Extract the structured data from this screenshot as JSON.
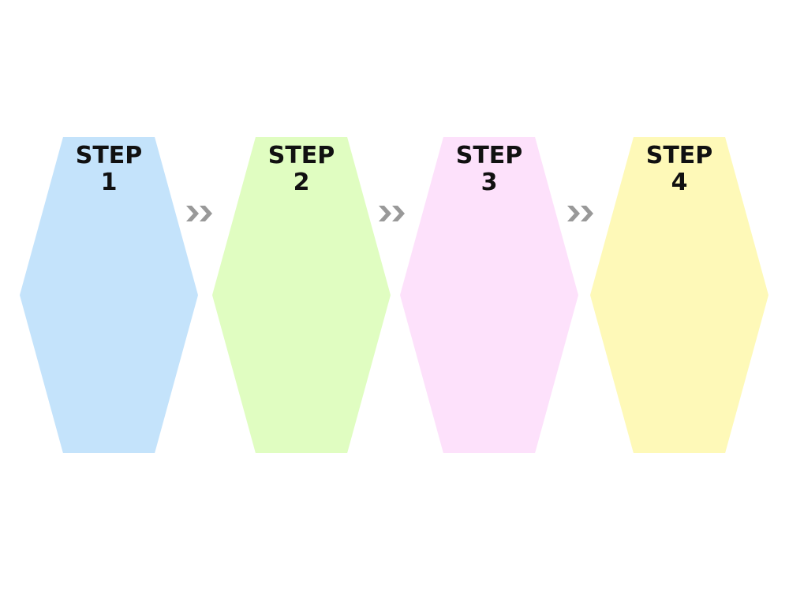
{
  "steps": [
    {
      "word": "STEP",
      "number": "1",
      "color": "#c4e3fb"
    },
    {
      "word": "STEP",
      "number": "2",
      "color": "#e0fdc1"
    },
    {
      "word": "STEP",
      "number": "3",
      "color": "#fde1fb"
    },
    {
      "word": "STEP",
      "number": "4",
      "color": "#fef9b8"
    }
  ],
  "arrow_color": "#999999",
  "icons": [
    "double-chevron-right-icon"
  ]
}
